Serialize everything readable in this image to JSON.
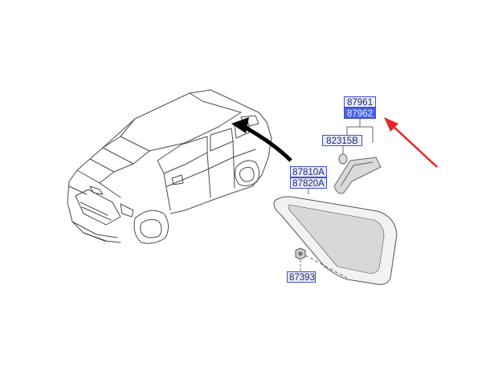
{
  "labels": {
    "window_glass_left": "87810A",
    "window_glass_right": "87820A",
    "garnish_left": "87961",
    "garnish_right": "87962",
    "clip": "82315B",
    "fastener": "87393"
  },
  "colors": {
    "label_border": "#3f51c4",
    "label_fill": "#e9ecfb",
    "label_highlight": "#4a63e6",
    "pointer_arrow": "#e8262b",
    "line_art": "#4a4a4a"
  }
}
